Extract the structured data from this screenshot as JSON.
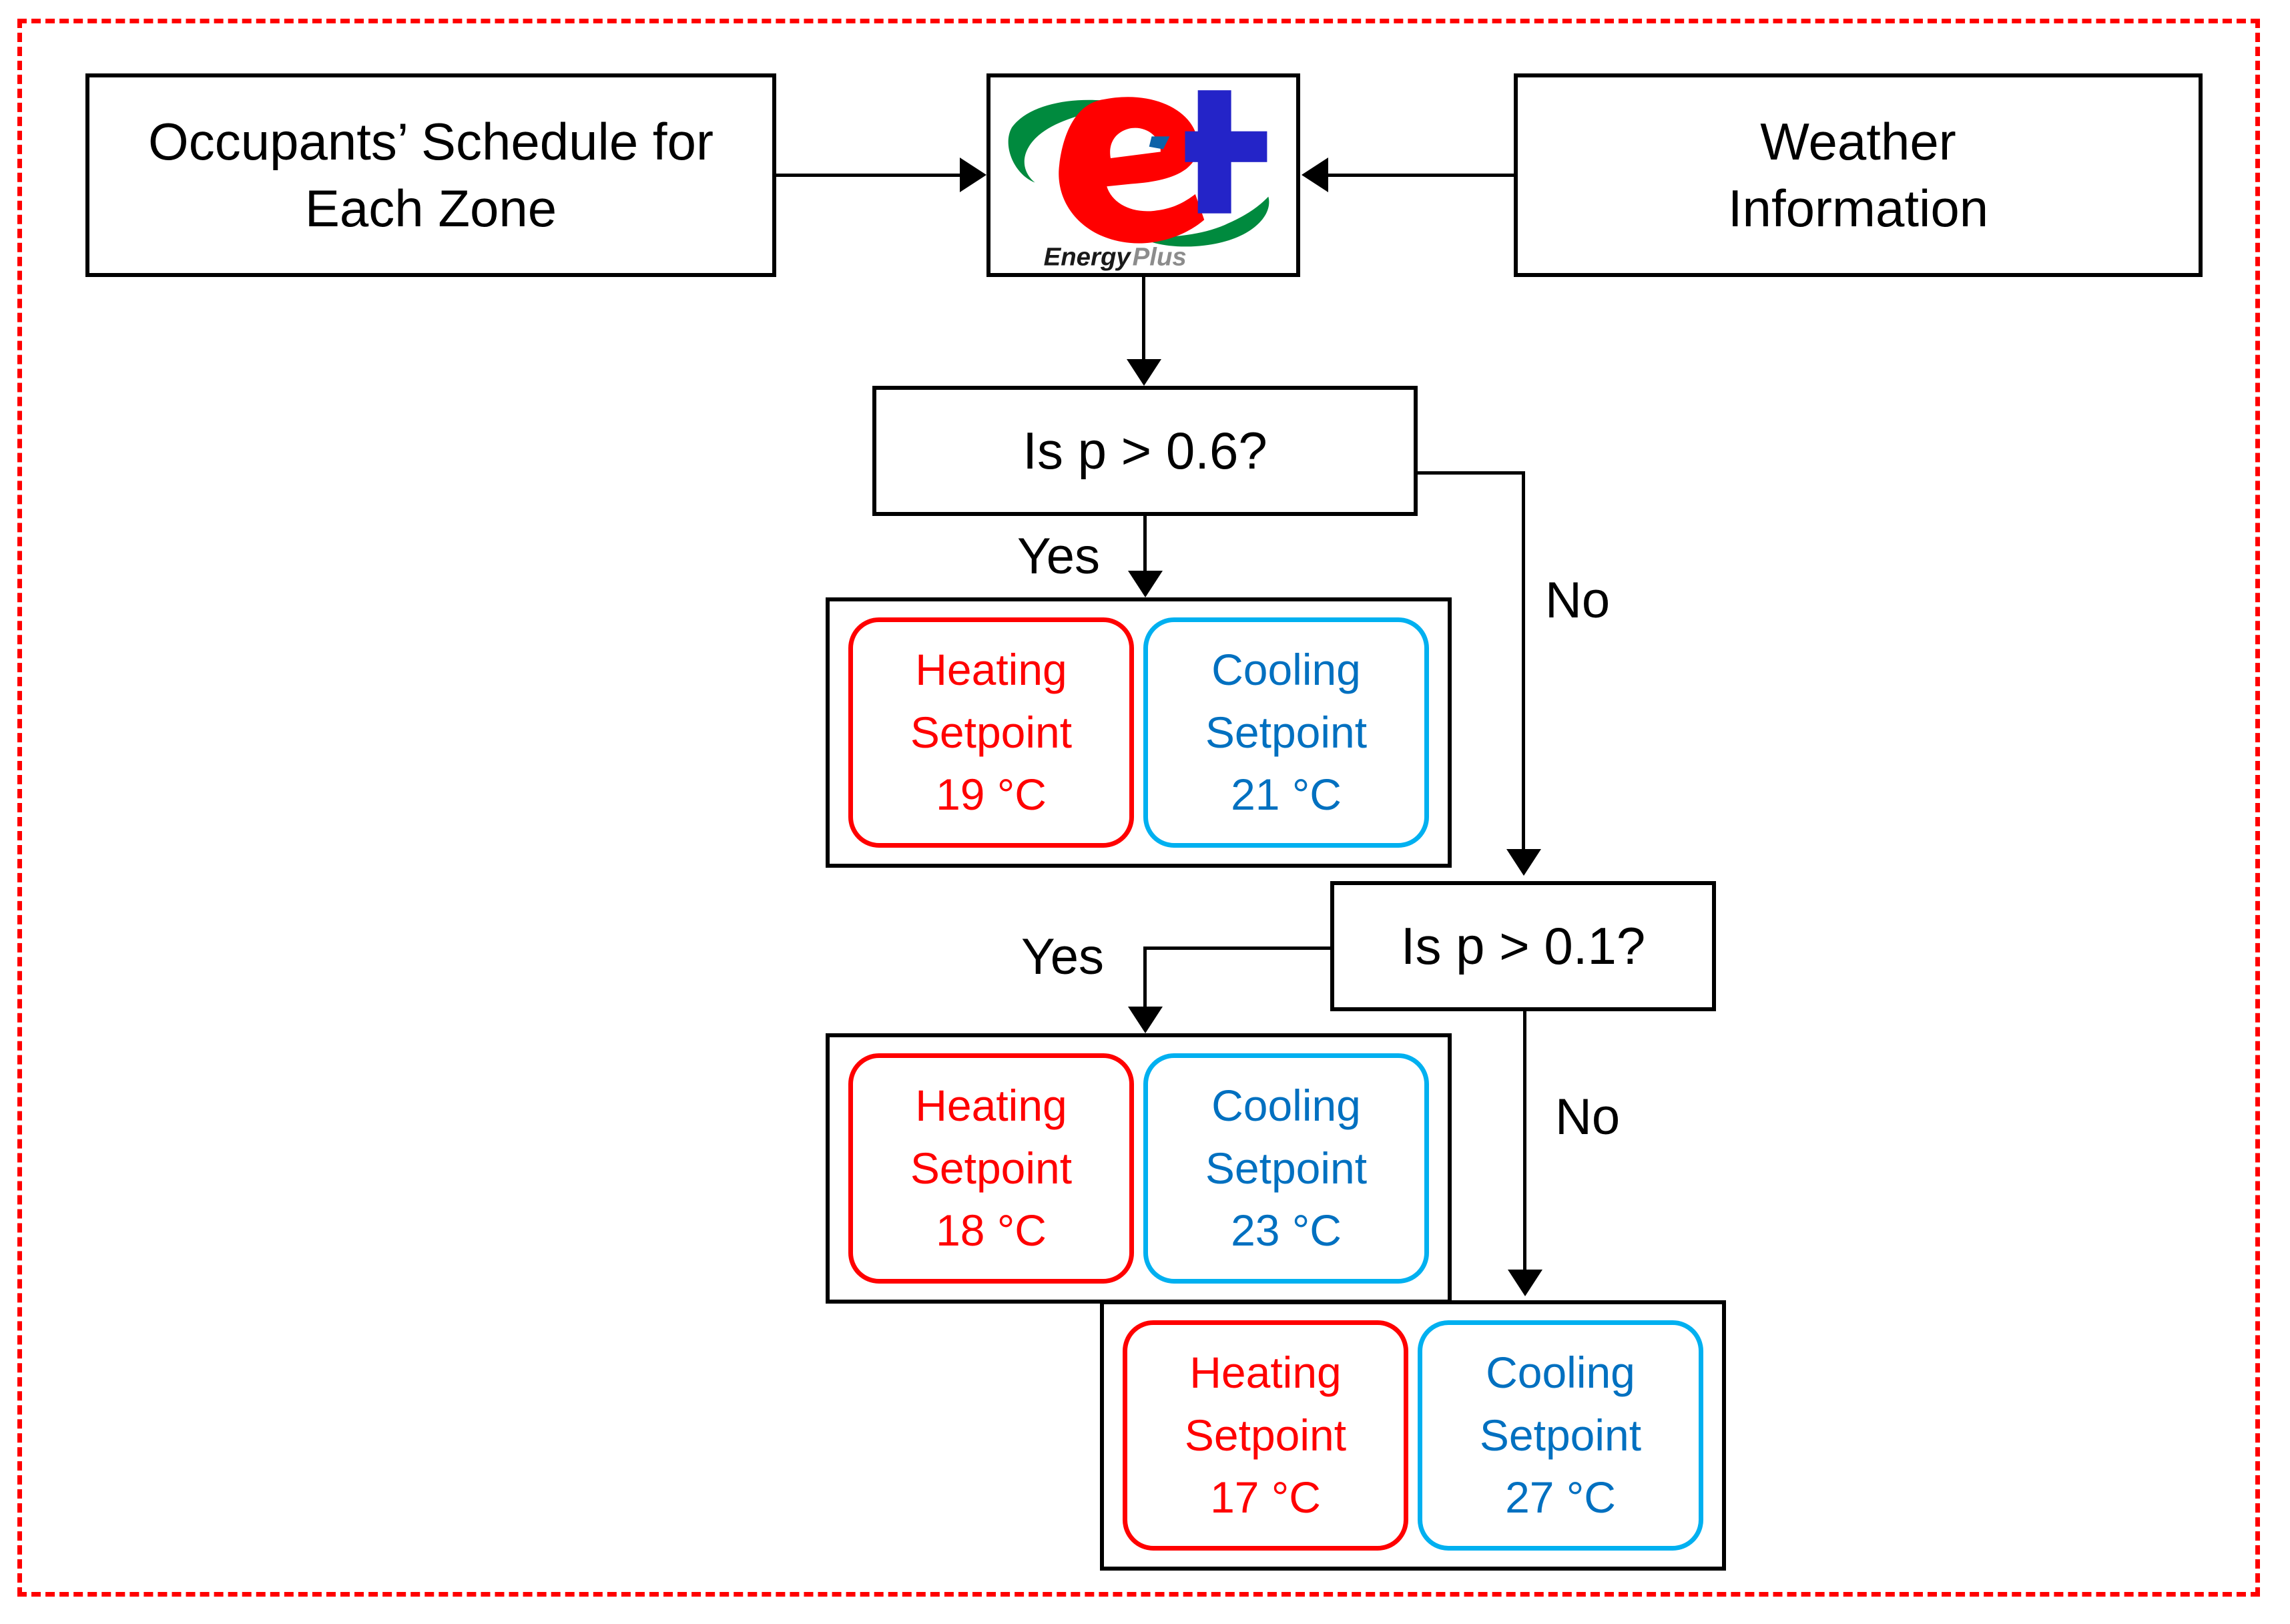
{
  "diagram": {
    "title": "EnergyPlus occupancy-based setpoint control flowchart",
    "frame_color": "#FF0000",
    "heating_color": "#FF0000",
    "cooling_border_color": "#00B0F0",
    "cooling_text_color": "#0070C0"
  },
  "inputs": {
    "occupants": {
      "line1": "Occupants’ Schedule for",
      "line2": "Each Zone"
    },
    "weather": {
      "line1": "Weather",
      "line2": "Information"
    }
  },
  "engine": {
    "name": "EnergyPlus",
    "wordmark_bold": "Energy",
    "wordmark_light": "Plus",
    "letter_e": "e",
    "letter_plus": "+"
  },
  "decisions": [
    {
      "id": "decision-1",
      "text": "Is p > 0.6?",
      "yes_label": "Yes",
      "no_label": "No"
    },
    {
      "id": "decision-2",
      "text": "Is p > 0.1?",
      "yes_label": "Yes",
      "no_label": "No"
    }
  ],
  "setpoint_groups": [
    {
      "id": "group-1",
      "branch": "Yes",
      "from": "Is p > 0.6?",
      "heating": {
        "line1": "Heating",
        "line2": "Setpoint",
        "value": "19",
        "unit": "°C",
        "value_line": "19 °C"
      },
      "cooling": {
        "line1": "Cooling",
        "line2": "Setpoint",
        "value": "21",
        "unit": "°C",
        "value_line": "21 °C"
      }
    },
    {
      "id": "group-2",
      "branch": "Yes",
      "from": "Is p > 0.1?",
      "heating": {
        "line1": "Heating",
        "line2": "Setpoint",
        "value": "18",
        "unit": "°C",
        "value_line": "18 °C"
      },
      "cooling": {
        "line1": "Cooling",
        "line2": "Setpoint",
        "value": "23",
        "unit": "°C",
        "value_line": "23 °C"
      }
    },
    {
      "id": "group-3",
      "branch": "No",
      "from": "Is p > 0.1?",
      "heating": {
        "line1": "Heating",
        "line2": "Setpoint",
        "value": "17",
        "unit": "°C",
        "value_line": "17 °C"
      },
      "cooling": {
        "line1": "Cooling",
        "line2": "Setpoint",
        "value": "27",
        "unit": "°C",
        "value_line": "27 °C"
      }
    }
  ]
}
